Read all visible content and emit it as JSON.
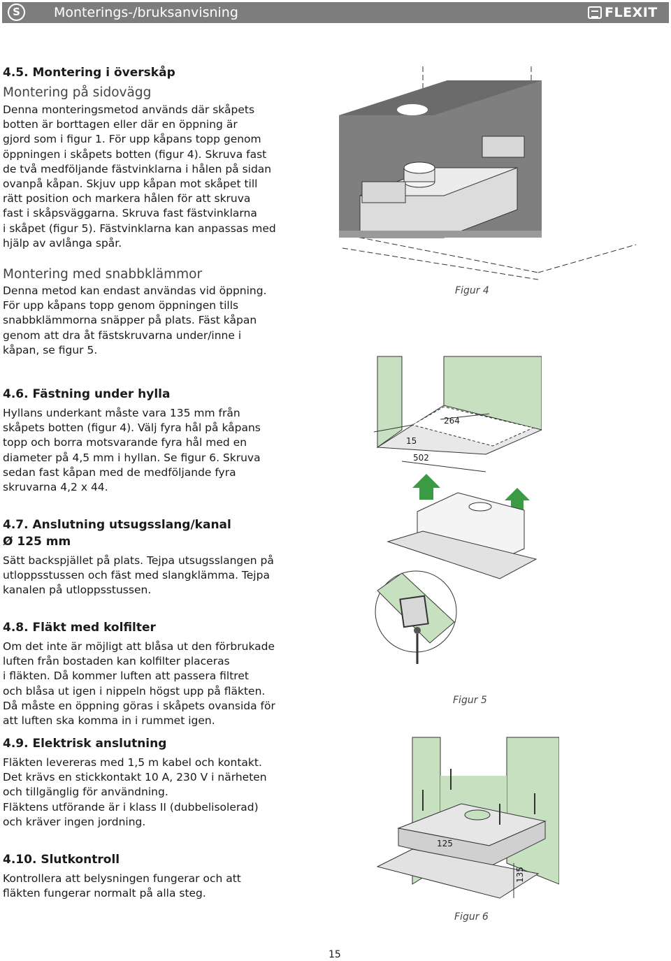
{
  "header": {
    "lang": "S",
    "title": "Monterings-/bruksanvisning",
    "logo": "FLEXIT"
  },
  "sections": {
    "s45": {
      "heading": "4.5. Montering i överskåp",
      "sub1": "Montering på sidovägg",
      "p1": "Denna monteringsmetod används där skåpets\nbotten är borttagen eller där en öppning är\ngjord som i figur 1. För upp kåpans topp genom\nöppningen i skåpets botten (figur 4). Skruva fast\nde två medföljande fästvinklarna i hålen på sidan\novanpå kåpan. Skjuv upp kåpan mot skåpet till\nrätt position och markera hålen för att skruva\nfast i skåpsväggarna. Skruva fast fästvinklarna\ni skåpet (figur 5). Fästvinklarna kan anpassas med\nhjälp av avlånga spår.",
      "sub2": "Montering med snabbklämmor",
      "p2": "Denna metod kan endast användas vid öppning.\nFör upp kåpans topp genom öppningen tills\nsnabbklämmorna snäpper på plats. Fäst kåpan\ngenom att dra åt fästskruvarna under/inne i\nkåpan, se figur 5."
    },
    "s46": {
      "heading": "4.6. Fästning under hylla",
      "p": "Hyllans underkant måste vara 135 mm från\nskåpets botten (figur 4). Välj fyra hål på kåpans\ntopp och borra motsvarande fyra hål med en\ndiameter på 4,5 mm i hyllan. Se figur 6. Skruva\nsedan fast kåpan med de medföljande fyra\nskruvarna 4,2 x 44."
    },
    "s47": {
      "heading1": "4.7. Anslutning utsugsslang/kanal",
      "heading2": "Ø 125 mm",
      "p": "Sätt backspjället på plats. Tejpa utsugsslangen på\nutloppsstussen och fäst med slangklämma. Tejpa\nkanalen på utloppsstussen."
    },
    "s48": {
      "heading": "4.8. Fläkt med kolfilter",
      "p": "Om det inte är möjligt att blåsa ut den förbrukade\nluften från bostaden kan kolfilter placeras\ni fläkten. Då kommer luften att passera filtret\noch blåsa ut igen i nippeln högst upp på fläkten.\nDå måste en öppning göras i skåpets ovansida för\natt luften ska komma in i rummet igen."
    },
    "s49": {
      "heading": "4.9. Elektrisk anslutning",
      "p": "Fläkten levereras med 1,5 m kabel och kontakt.\nDet krävs en stickkontakt 10 A, 230 V i närheten\noch tillgänglig för användning.\nFläktens utförande är i klass II (dubbelisolerad)\noch kräver ingen jordning."
    },
    "s410": {
      "heading": "4.10.  Slutkontroll",
      "p": "Kontrollera att belysningen fungerar och att\nfläkten fungerar normalt på alla steg."
    }
  },
  "figures": {
    "fig4": {
      "caption": "Figur 4"
    },
    "fig5": {
      "caption": "Figur 5",
      "dim_264": "264",
      "dim_15": "15",
      "dim_502": "502"
    },
    "fig6": {
      "caption": "Figur 6",
      "dim_125": "125",
      "dim_135": "135"
    }
  },
  "colors": {
    "header_bg": "#7d7d7d",
    "wall_green": "#c7e0c0",
    "cabinet_grey": "#7f7f7f",
    "arrow_green": "#3b9a44"
  },
  "page_number": "15"
}
